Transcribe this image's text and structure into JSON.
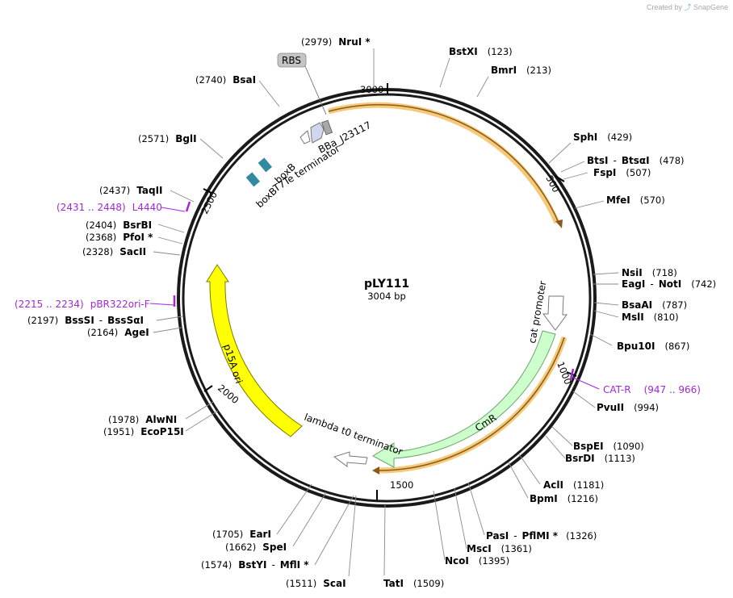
{
  "credit": {
    "prefix": "Created by",
    "brand": "SnapGene"
  },
  "plasmid": {
    "name": "pLY111",
    "size_label": "3004 bp",
    "length": 3004
  },
  "ticks": [
    "500",
    "1000",
    "1500",
    "2000",
    "2500",
    "3000"
  ],
  "sites": [
    {
      "id": "nrui",
      "name": "NruI *",
      "pos": "(2979)"
    },
    {
      "id": "bstxi",
      "name": "BstXI",
      "pos": "(123)"
    },
    {
      "id": "bmri",
      "name": "BmrI",
      "pos": "(213)"
    },
    {
      "id": "sphi",
      "name": "SphI",
      "pos": "(429)"
    },
    {
      "id": "btsi",
      "name": "BtsI",
      "name2": "BtsαI",
      "pos": "(478)"
    },
    {
      "id": "fspi",
      "name": "FspI",
      "pos": "(507)"
    },
    {
      "id": "mfei",
      "name": "MfeI",
      "pos": "(570)"
    },
    {
      "id": "nsii",
      "name": "NsiI",
      "pos": "(718)"
    },
    {
      "id": "eagi",
      "name": "EagI",
      "name2": "NotI",
      "pos": "(742)"
    },
    {
      "id": "bsaai",
      "name": "BsaAI",
      "pos": "(787)"
    },
    {
      "id": "msli",
      "name": "MslI",
      "pos": "(810)"
    },
    {
      "id": "bpu10i",
      "name": "Bpu10I",
      "pos": "(867)"
    },
    {
      "id": "pvuii",
      "name": "PvuII",
      "pos": "(994)"
    },
    {
      "id": "bspei",
      "name": "BspEI",
      "pos": "(1090)"
    },
    {
      "id": "bsrdi",
      "name": "BsrDI",
      "pos": "(1113)"
    },
    {
      "id": "acli",
      "name": "AclI",
      "pos": "(1181)"
    },
    {
      "id": "bpmi",
      "name": "BpmI",
      "pos": "(1216)"
    },
    {
      "id": "pasi",
      "name": "PasI",
      "name2": "PflMI *",
      "pos": "(1326)"
    },
    {
      "id": "msci",
      "name": "MscI",
      "pos": "(1361)"
    },
    {
      "id": "ncoi",
      "name": "NcoI",
      "pos": "(1395)"
    },
    {
      "id": "tati",
      "name": "TatI",
      "pos": "(1509)"
    },
    {
      "id": "scai",
      "name": "ScaI",
      "pos": "(1511)"
    },
    {
      "id": "bstyi",
      "name": "BstYI",
      "name2": "MflI *",
      "pos": "(1574)"
    },
    {
      "id": "spei",
      "name": "SpeI",
      "pos": "(1662)"
    },
    {
      "id": "eari",
      "name": "EarI",
      "pos": "(1705)"
    },
    {
      "id": "ecop15i",
      "name": "EcoP15I",
      "pos": "(1951)"
    },
    {
      "id": "alwni",
      "name": "AlwNI",
      "pos": "(1978)"
    },
    {
      "id": "agei",
      "name": "AgeI",
      "pos": "(2164)"
    },
    {
      "id": "bsssi",
      "name": "BssSI",
      "name2": "BssSαI",
      "pos": "(2197)"
    },
    {
      "id": "sacii",
      "name": "SacII",
      "pos": "(2328)"
    },
    {
      "id": "pfoi",
      "name": "PfoI *",
      "pos": "(2368)"
    },
    {
      "id": "bsrbi",
      "name": "BsrBI",
      "pos": "(2404)"
    },
    {
      "id": "taqii",
      "name": "TaqII",
      "pos": "(2437)"
    },
    {
      "id": "bgli",
      "name": "BglI",
      "pos": "(2571)"
    },
    {
      "id": "bsai",
      "name": "BsaI",
      "pos": "(2740)"
    }
  ],
  "primers": [
    {
      "id": "l4440",
      "name": "L4440",
      "pos": "(2431 .. 2448)"
    },
    {
      "id": "pbr322",
      "name": "pBR322ori-F",
      "pos": "(2215 .. 2234)"
    },
    {
      "id": "catr",
      "name": "CAT-R",
      "pos": "(947 .. 966)"
    }
  ],
  "features": {
    "rbs": "RBS",
    "bba": "BBa_J23117",
    "boxb1": "boxB",
    "boxb2": "boxB",
    "t7te": "T7Te terminator",
    "cat_promoter": "cat promoter",
    "cmr": "CmR",
    "p15a": "p15A ori",
    "lambda": "lambda t0 terminator"
  },
  "colors": {
    "backbone": "#1a1a1a",
    "orf_highlight": "#f5c97a",
    "orf_arrow": "#8b5a1a",
    "cmr_fill": "#ccffcc",
    "cmr_stroke": "#6aa56a",
    "p15a_fill": "#ffff00",
    "p15a_stroke": "#7a7a00",
    "primer": "#a128d8",
    "boxb": "#318aa0",
    "rbs_label_bg": "#c4c4c4",
    "promoter_outline": "#777777",
    "bba_fill": "#d0d6ee"
  }
}
